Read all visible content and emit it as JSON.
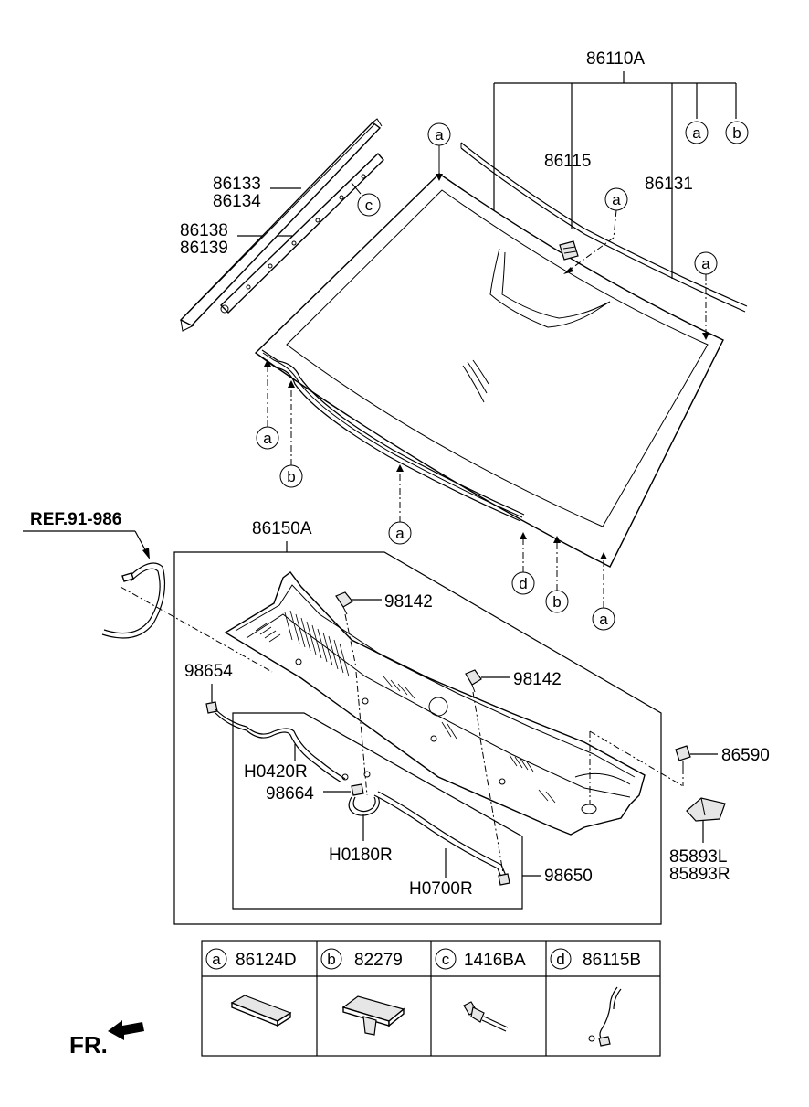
{
  "labels": {
    "p86110A": "86110A",
    "p86115": "86115",
    "p86131": "86131",
    "p86133": "86133",
    "p86134": "86134",
    "p86138": "86138",
    "p86139": "86139",
    "ref": "REF.91-986",
    "p86150A": "86150A",
    "p98142a": "98142",
    "p98142b": "98142",
    "p98654": "98654",
    "pH0420R": "H0420R",
    "p98664": "98664",
    "pH0180R": "H0180R",
    "pH0700R": "H0700R",
    "p98650": "98650",
    "p86590": "86590",
    "p85893L": "85893L",
    "p85893R": "85893R",
    "fr": "FR."
  },
  "callouts": {
    "a": "a",
    "b": "b",
    "c": "c",
    "d": "d"
  },
  "legend": [
    {
      "letter": "a",
      "part": "86124D"
    },
    {
      "letter": "b",
      "part": "82279"
    },
    {
      "letter": "c",
      "part": "1416BA"
    },
    {
      "letter": "d",
      "part": "86115B"
    }
  ]
}
